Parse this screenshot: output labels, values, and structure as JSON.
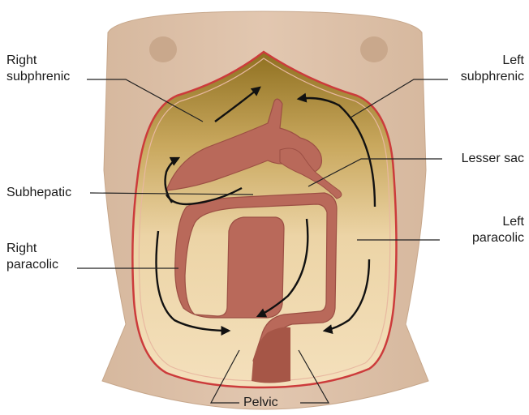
{
  "labels": {
    "right_subphrenic": {
      "line1": "Right",
      "line2": "subphrenic"
    },
    "left_subphrenic": {
      "line1": "Left",
      "line2": "subphrenic"
    },
    "lesser_sac": "Lesser sac",
    "subhepatic": "Subhepatic",
    "left_paracolic": {
      "line1": "Left",
      "line2": "paracolic"
    },
    "right_paracolic": {
      "line1": "Right",
      "line2": "paracolic"
    },
    "pelvic": "Pelvic"
  },
  "colors": {
    "skin": "#dcc0a8",
    "skin_shadow": "#c9a78b",
    "nipple": "#c9a88c",
    "cavity_light": "#f2dcb4",
    "cavity_dark": "#9a7a2a",
    "peritoneum_line": "#cc3b3b",
    "organ": "#b9695a",
    "organ_dark": "#9c4f44",
    "arrow": "#111111",
    "leader": "#222222"
  }
}
